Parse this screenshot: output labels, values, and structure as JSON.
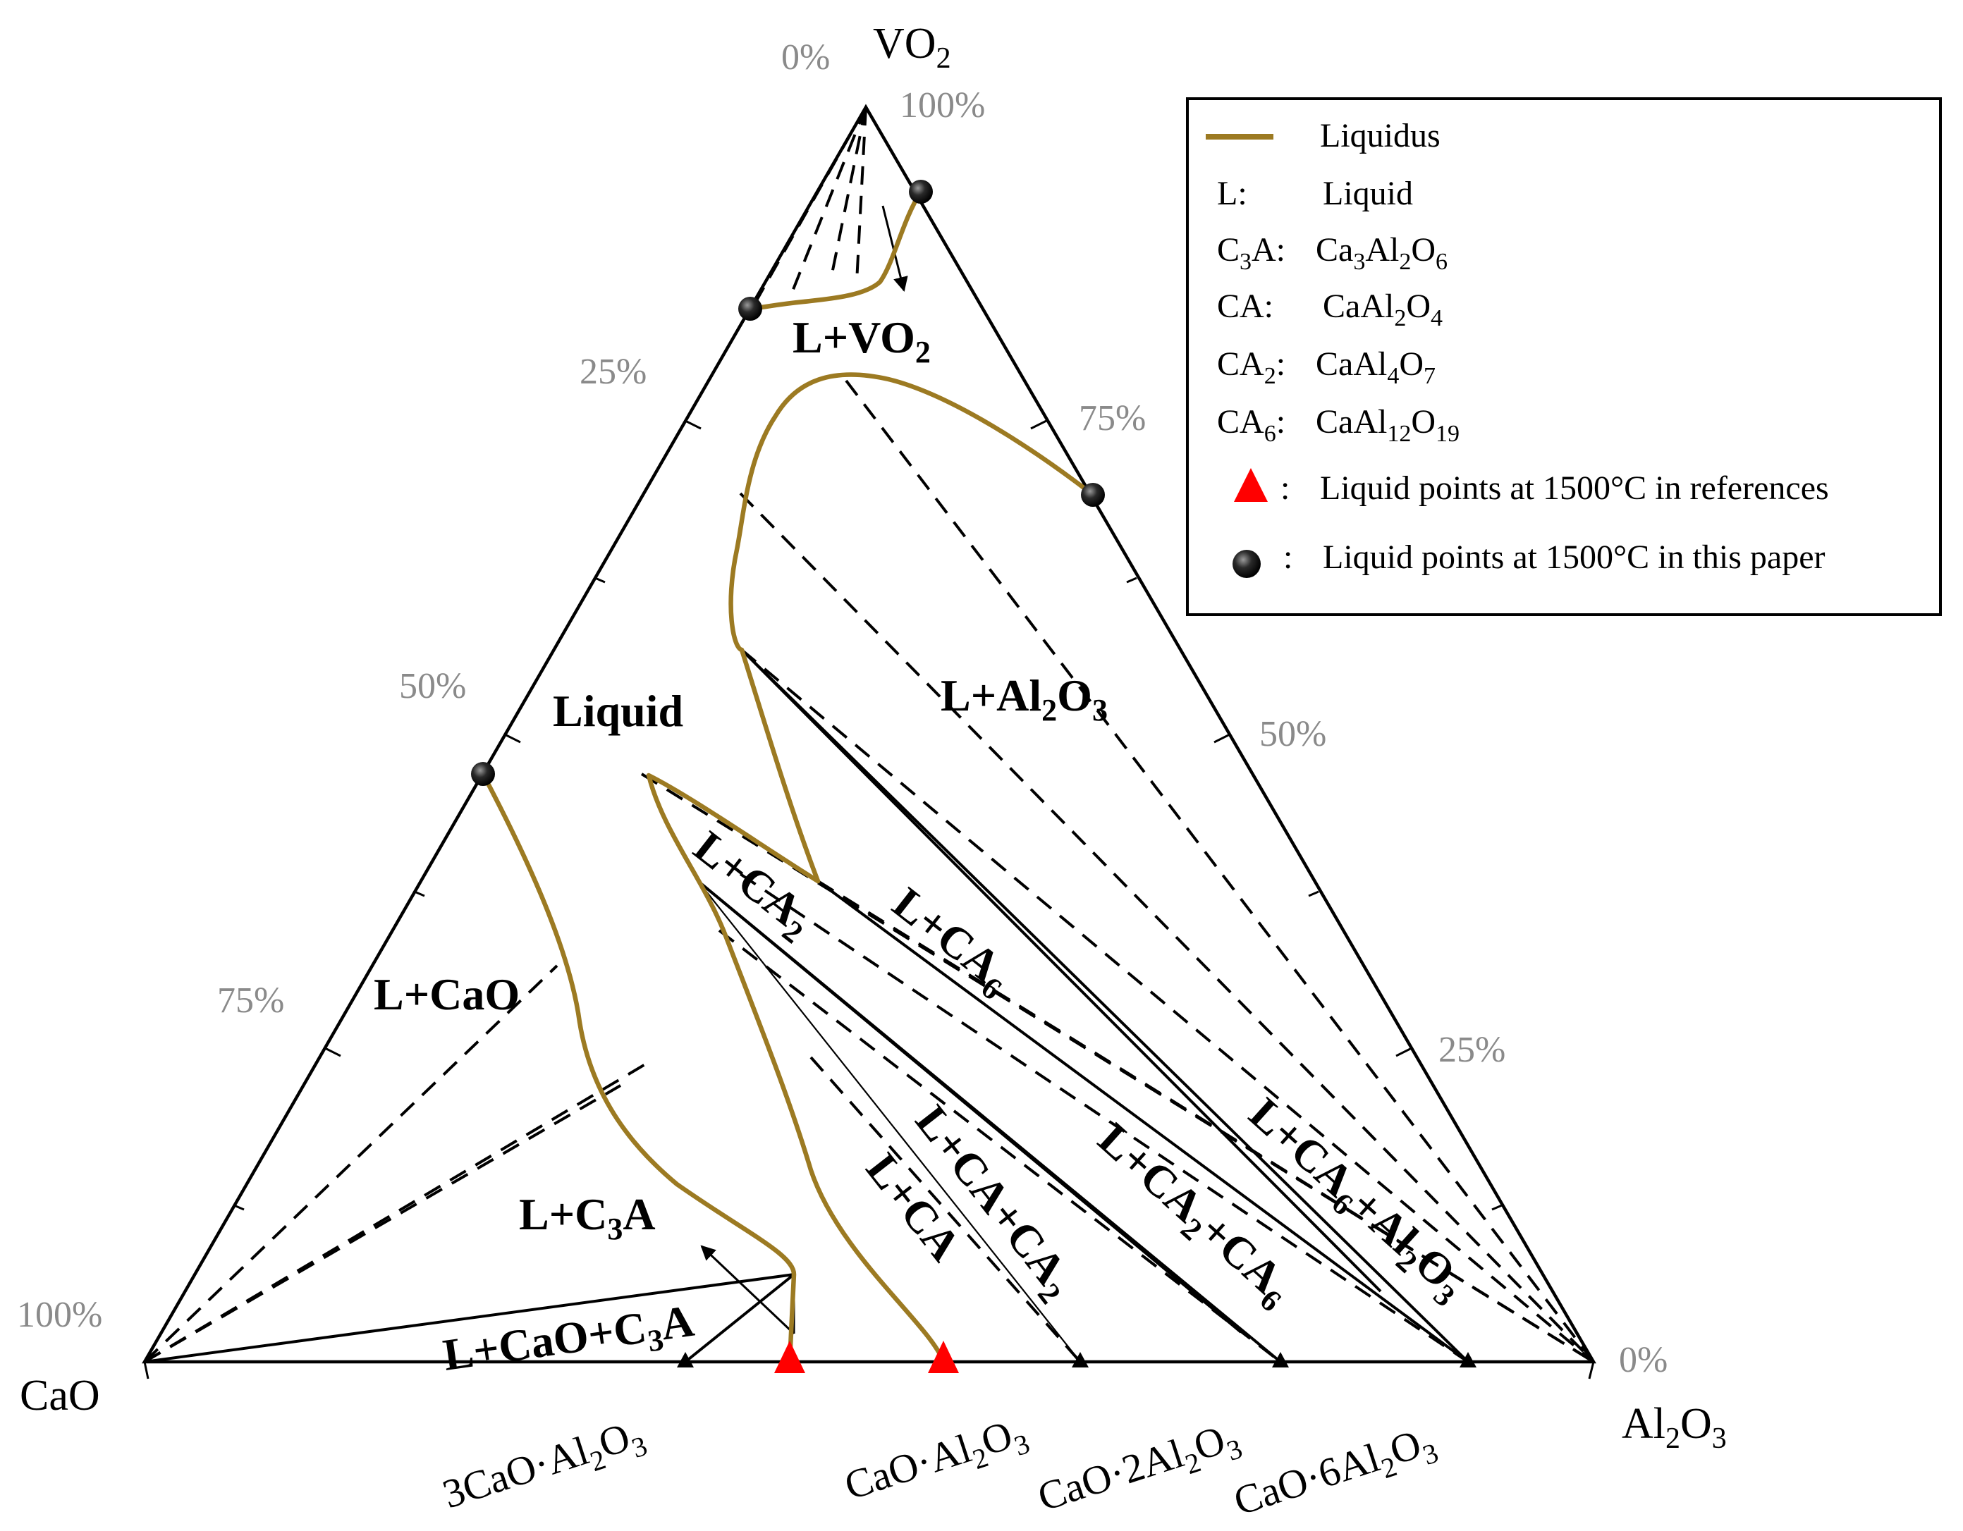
{
  "corners": {
    "top": {
      "base": "VO",
      "sub": "2"
    },
    "left": "CaO",
    "right": {
      "p1": "Al",
      "s1": "2",
      "p2": "O",
      "s2": "3"
    }
  },
  "axis_labels": {
    "vo2_min": "0%",
    "vo2_max": "100%",
    "left_25": "25%",
    "left_50": "50%",
    "left_75": "75%",
    "left_100": "100%",
    "right_75": "75%",
    "right_50": "50%",
    "right_25": "25%",
    "right_0": "0%"
  },
  "regions": {
    "l_vo2": {
      "base": "L+VO",
      "sub": "2"
    },
    "liquid": "Liquid",
    "l_al2o3": {
      "p1": "L+Al",
      "s1": "2",
      "p2": "O",
      "s2": "3"
    },
    "l_cao": "L+CaO",
    "l_ca2": {
      "base": "L+CA",
      "sub": "2"
    },
    "l_ca6": {
      "base": "L+CA",
      "sub": "6"
    },
    "l_c3a": {
      "p1": "L+C",
      "s1": "3",
      "p2": "A"
    },
    "l_cao_c3a": {
      "p1": "L+CaO+C",
      "s1": "3",
      "p2": "A"
    },
    "l_ca": "L+CA",
    "l_ca_ca2": {
      "base": "L+CA+CA",
      "sub": "2"
    },
    "l_ca2_ca6": {
      "p1": "L+CA",
      "s1": "2",
      "p2": "+CA",
      "s2": "6"
    },
    "l_ca6_al2o3": {
      "p1": "L+CA",
      "s1": "6",
      "p2": "+Al",
      "s2": "2",
      "p3": "O",
      "s3": "3"
    }
  },
  "compounds": {
    "c3a": {
      "p1": "3CaO·Al",
      "s1": "2",
      "p2": "O",
      "s2": "3"
    },
    "ca": {
      "p1": "CaO·Al",
      "s1": "2",
      "p2": "O",
      "s2": "3"
    },
    "ca2": {
      "p1": "CaO·2Al",
      "s1": "2",
      "p2": "O",
      "s2": "3"
    },
    "ca6": {
      "p1": "CaO·6Al",
      "s1": "2",
      "p2": "O",
      "s2": "3"
    }
  },
  "legend": {
    "liquidus": "Liquidus",
    "l_key": "L:",
    "l_val": "Liquid",
    "c3a_key": {
      "p1": "C",
      "s1": "3",
      "p2": "A:"
    },
    "c3a_val": {
      "p1": "Ca",
      "s1": "3",
      "p2": "Al",
      "s2": "2",
      "p3": "O",
      "s3": "6"
    },
    "ca_key": "CA:",
    "ca_val": {
      "p1": "CaAl",
      "s1": "2",
      "p2": "O",
      "s2": "4"
    },
    "ca2_key": {
      "p1": "CA",
      "s1": "2",
      "p2": ":"
    },
    "ca2_val": {
      "p1": "CaAl",
      "s1": "4",
      "p2": "O",
      "s2": "7"
    },
    "ca6_key": {
      "p1": "CA",
      "s1": "6",
      "p2": ":"
    },
    "ca6_val": {
      "p1": "CaAl",
      "s1": "12",
      "p2": "O",
      "s2": "19"
    },
    "ref_points": "Liquid points at 1500°C in references",
    "paper_points": "Liquid points at 1500°C in this paper",
    "colon": ":"
  },
  "colors": {
    "liquidus": "#9c7a22",
    "reference_marker": "#ff0000",
    "paper_marker": "#111111"
  }
}
